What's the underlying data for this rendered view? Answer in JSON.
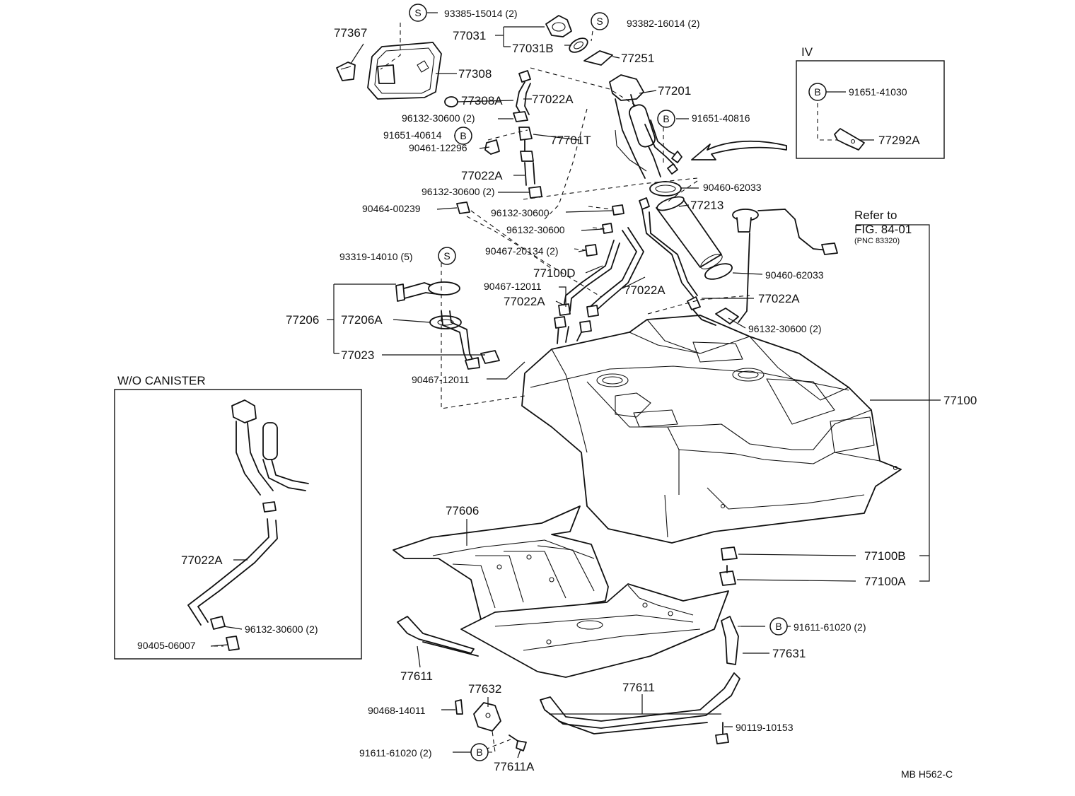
{
  "diagram": {
    "labels": {
      "p93385": "93385-15014 (2)",
      "p77367": "77367",
      "p77031": "77031",
      "p77031B": "77031B",
      "p93382": "93382-16014 (2)",
      "p77251": "77251",
      "p77308": "77308",
      "p77308A": "77308A",
      "p77022A_top": "77022A",
      "p77201": "77201",
      "p96132_a": "96132-30600 (2)",
      "p91651_40816": "91651-40816",
      "p91651_40614": "91651-40614",
      "p77701T": "77701T",
      "p90461": "90461-12296",
      "p77022A_2": "77022A",
      "p90460_a": "90460-62033",
      "p96132_b": "96132-30600 (2)",
      "p77213": "77213",
      "p90464": "90464-00239",
      "p96132_c": "96132-30600",
      "p96132_d": "96132-30600",
      "p90467_20134": "90467-20134 (2)",
      "p93319": "93319-14010 (5)",
      "p77100D": "77100D",
      "p90460_b": "90460-62033",
      "p90467_12011_a": "90467-12011",
      "p77022A_3": "77022A",
      "p77022A_4": "77022A",
      "p77022A_5": "77022A",
      "p77206": "77206",
      "p77206A": "77206A",
      "p96132_e": "96132-30600 (2)",
      "p77023": "77023",
      "p90467_12011_b": "90467-12011",
      "p77100": "77100",
      "p77606": "77606",
      "p77022A_wo": "77022A",
      "p96132_wo": "96132-30600 (2)",
      "p90405": "90405-06007",
      "p77100B": "77100B",
      "p77100A": "77100A",
      "p91611_a": "91611-61020 (2)",
      "p77631": "77631",
      "p77611_left": "77611",
      "p77632": "77632",
      "p77611_right": "77611",
      "p90468": "90468-14011",
      "p90119": "90119-10153",
      "p91611_b": "91611-61020 (2)",
      "p77611A": "77611A",
      "p91651_41030": "91651-41030",
      "p77292A": "77292A"
    },
    "symbols": {
      "s": "S",
      "b": "B"
    },
    "captions": {
      "iv": "IV",
      "wo_canister": "W/O  CANISTER",
      "refer_to": "Refer to",
      "fig": "FIG. 84-01",
      "pnc": "(PNC 83320)",
      "code": "MB   H562-C"
    }
  }
}
